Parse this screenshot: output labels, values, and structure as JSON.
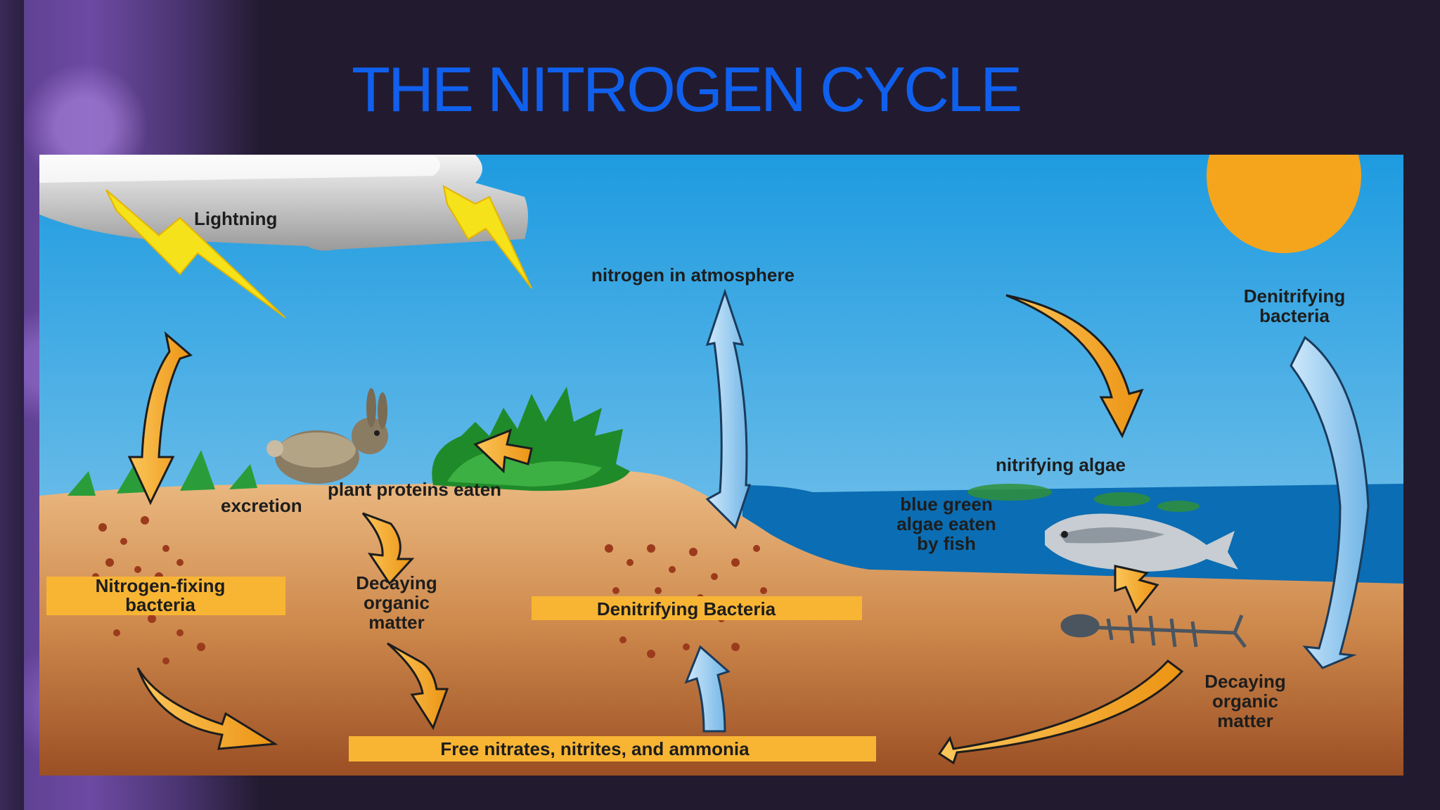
{
  "title": "THE NITROGEN CYCLE",
  "diagram": {
    "labels": {
      "lightning": "Lightning",
      "atmosphere": "nitrogen in atmosphere",
      "denitrifying_top_1": "Denitrifying",
      "denitrifying_top_2": "bacteria",
      "nitrifying_algae": "nitrifying algae",
      "plant_proteins": "plant proteins eaten",
      "excretion": "excretion",
      "blue_green_1": "blue green",
      "blue_green_2": "algae eaten",
      "blue_green_3": "by fish",
      "nfix_1": "Nitrogen-fixing",
      "nfix_2": "bacteria",
      "decay_left_1": "Decaying",
      "decay_left_2": "organic",
      "decay_left_3": "matter",
      "denit_bacteria": "Denitrifying Bacteria",
      "decay_right_1": "Decaying",
      "decay_right_2": "organic",
      "decay_right_3": "matter",
      "free_nitrates": "Free nitrates, nitrites, and ammonia"
    },
    "colors": {
      "sky_top": "#1e9be0",
      "sky_bottom": "#8ccbea",
      "soil_top": "#e9b47a",
      "soil_bottom": "#a3562a",
      "water": "#0b6db3",
      "sun": "#f5a51c",
      "orange_arrow": "#f5a623",
      "blue_arrow": "#8ec8ef",
      "label_box": "#f8b534",
      "title": "#1060ee"
    }
  }
}
